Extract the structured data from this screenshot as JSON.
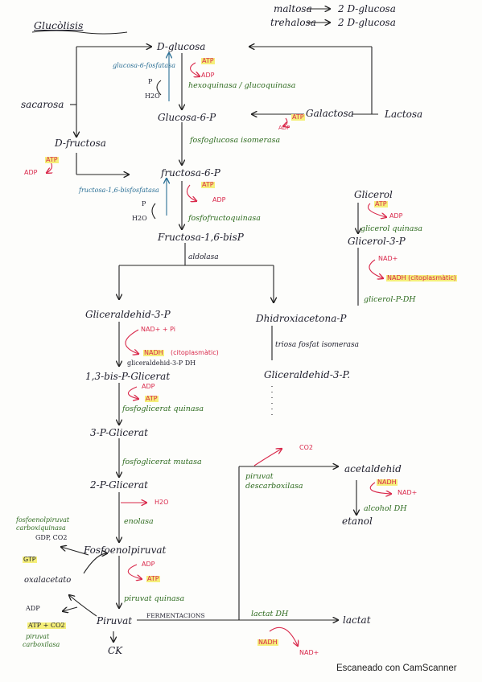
{
  "title": "Glucòlisis",
  "top_right": {
    "maltosa": "maltosa",
    "maltosa_product": "2 D-glucosa",
    "trehalosa": "trehalosa",
    "trehalosa_product": "2 D-glucosa"
  },
  "metabolites": {
    "d_glucosa": "D-glucosa",
    "glucosa_6p": "Glucosa-6-P",
    "fructosa_6p": "fructosa-6-P",
    "fructosa_16bisp": "Fructosa-1,6-bisP",
    "gliceraldehid_3p": "Gliceraldehid-3-P",
    "dhap": "Dhidroxiacetona-P",
    "gliceraldehid_3p_2": "Gliceraldehid-3-P.",
    "bisp_glicerat": "1,3-bis-P-Glicerat",
    "p3_glicerat": "3-P-Glicerat",
    "p2_glicerat": "2-P-Glicerat",
    "pep": "Fosfoenolpiruvat",
    "piruvat": "Piruvat",
    "ck": "CK",
    "sacarosa": "sacarosa",
    "d_fructosa": "D-fructosa",
    "galactosa": "Galactosa",
    "lactosa": "Lactosa",
    "glicerol": "Glicerol",
    "glicerol_3p": "Glicerol-3-P",
    "acetaldehid": "acetaldehid",
    "etanol": "etanol",
    "lactat": "lactat",
    "oxalacetato": "oxalacetato"
  },
  "enzymes": {
    "hexoquinasa": "hexoquinasa / glucoquinasa",
    "fosfoglucosa_isomerasa": "fosfoglucosa isomerasa",
    "fosfofructoquinasa": "fosfofructoquinasa",
    "aldolasa": "aldolasa",
    "triosa_fosfat_isomerasa": "triosa fosfat isomerasa",
    "gliceraldehid_dh": "gliceraldehid-3-P DH",
    "fosfoglicerat_quinasa": "fosfoglicerat quinasa",
    "fosfoglicerat_mutasa": "fosfoglicerat mutasa",
    "enolasa": "enolasa",
    "piruvat_quinasa": "piruvat quinasa",
    "glicerol_quinasa": "glicerol quinasa",
    "glicerol_p_dh": "glicerol-P-DH",
    "piruvat_descarboxilasa_1": "piruvat",
    "piruvat_descarboxilasa_2": "descarboxilasa",
    "alcohol_dh": "alcohol DH",
    "lactat_dh": "lactat DH",
    "pep_carboxiquinasa_1": "fosfoenolpiruvat",
    "pep_carboxiquinasa_2": "carboxiquinasa",
    "piruvat_carboxilasa_1": "piruvat",
    "piruvat_carboxilasa_2": "carboxilasa",
    "fermentacions": "FERMENTACIONS"
  },
  "regulators": {
    "glucosa_6_fosfatasa": "glucosa-6-fosfatasa",
    "fructosa_bisfosfatasa": "fructosa-1,6-bisfosfatasa"
  },
  "cofactors": {
    "atp": "ATP",
    "adp": "ADP",
    "p": "P",
    "h2o": "H2O",
    "nad_plus": "NAD+",
    "nad_pi": "NAD+ + Pi",
    "nadh": "NADH",
    "citoplasmatic": "(citoplasmàtic)",
    "nadh_citoplasmatic": "NADH (citoplasmàtic)",
    "co2": "CO2",
    "gdp_co2": "GDP, CO2",
    "gtp": "GTP",
    "atp_co2": "ATP + CO2"
  },
  "footer": "Escaneado con CamScanner"
}
